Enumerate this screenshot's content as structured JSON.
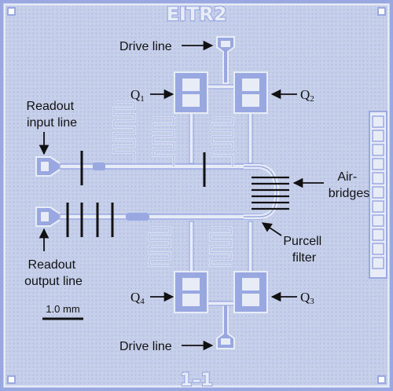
{
  "chip": {
    "top_label": "EITR2",
    "bottom_label": "1–1",
    "colors": {
      "substrate": "#c6d0ea",
      "film": "#9aa8e2",
      "edge": "#e8ecf7",
      "ink": "#111111"
    }
  },
  "labels": {
    "drive_top": "Drive line",
    "drive_bottom": "Drive line",
    "readout_input": [
      "Readout",
      "input line"
    ],
    "readout_output": [
      "Readout",
      "output line"
    ],
    "airbridges": [
      "Air-",
      "bridges"
    ],
    "purcell": [
      "Purcell",
      "filter"
    ],
    "scalebar": "1.0 mm"
  },
  "qubits": [
    {
      "name": "Q",
      "sub": "1"
    },
    {
      "name": "Q",
      "sub": "2"
    },
    {
      "name": "Q",
      "sub": "3"
    },
    {
      "name": "Q",
      "sub": "4"
    }
  ]
}
